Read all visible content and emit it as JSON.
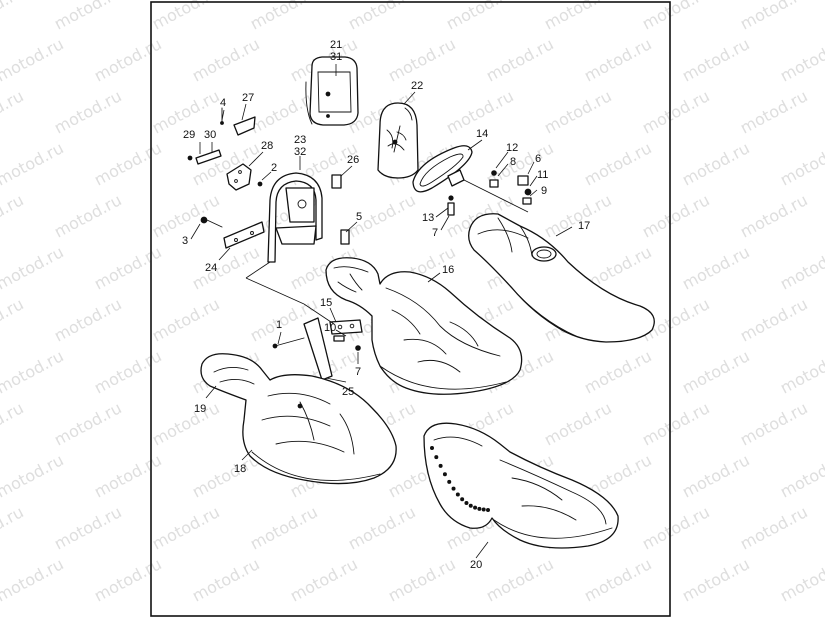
{
  "watermark": {
    "text": "motod.ru"
  },
  "callouts": [
    {
      "id": "21",
      "text": "21"
    },
    {
      "id": "31",
      "text": "31"
    },
    {
      "id": "22",
      "text": "22"
    },
    {
      "id": "4",
      "text": "4"
    },
    {
      "id": "27",
      "text": "27"
    },
    {
      "id": "29",
      "text": "29"
    },
    {
      "id": "30",
      "text": "30"
    },
    {
      "id": "28",
      "text": "28"
    },
    {
      "id": "2",
      "text": "2"
    },
    {
      "id": "23",
      "text": "23"
    },
    {
      "id": "32",
      "text": "32"
    },
    {
      "id": "26",
      "text": "26"
    },
    {
      "id": "14",
      "text": "14"
    },
    {
      "id": "12",
      "text": "12"
    },
    {
      "id": "8",
      "text": "8"
    },
    {
      "id": "6",
      "text": "6"
    },
    {
      "id": "11",
      "text": "11"
    },
    {
      "id": "9",
      "text": "9"
    },
    {
      "id": "13",
      "text": "13"
    },
    {
      "id": "7a",
      "text": "7"
    },
    {
      "id": "17",
      "text": "17"
    },
    {
      "id": "3",
      "text": "3"
    },
    {
      "id": "24",
      "text": "24"
    },
    {
      "id": "5",
      "text": "5"
    },
    {
      "id": "16",
      "text": "16"
    },
    {
      "id": "15",
      "text": "15"
    },
    {
      "id": "10",
      "text": "10"
    },
    {
      "id": "1",
      "text": "1"
    },
    {
      "id": "7b",
      "text": "7"
    },
    {
      "id": "25",
      "text": "25"
    },
    {
      "id": "19",
      "text": "19"
    },
    {
      "id": "18",
      "text": "18"
    },
    {
      "id": "20",
      "text": "20"
    }
  ]
}
